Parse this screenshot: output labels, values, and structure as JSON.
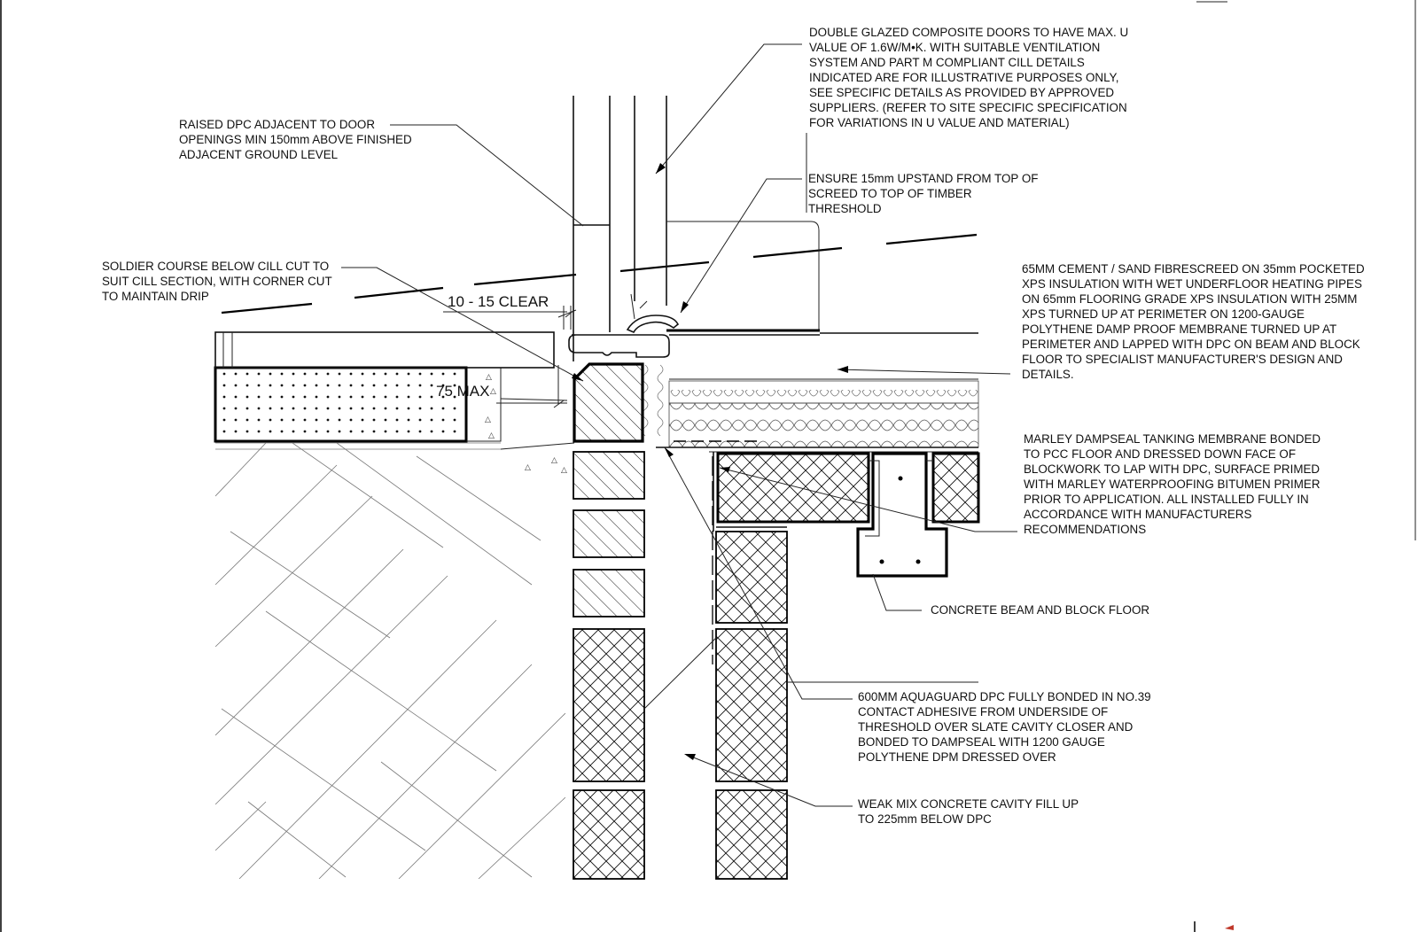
{
  "title": "",
  "labels": {
    "dpc_raised": [
      "RAISED DPC ADJACENT TO DOOR",
      "OPENINGS MIN 150mm ABOVE FINISHED",
      "ADJACENT GROUND LEVEL"
    ],
    "doors": [
      "DOUBLE GLAZED COMPOSITE DOORS TO HAVE MAX. U",
      "VALUE OF 1.6W/M•K. WITH SUITABLE VENTILATION",
      "SYSTEM AND PART M COMPLIANT CILL DETAILS",
      "INDICATED ARE FOR ILLUSTRATIVE PURPOSES ONLY,",
      "SEE SPECIFIC DETAILS AS PROVIDED BY APPROVED",
      "SUPPLIERS.  (REFER TO SITE SPECIFIC SPECIFICATION",
      "FOR VARIATIONS IN U VALUE AND MATERIAL)"
    ],
    "upstand": [
      "ENSURE 15mm UPSTAND FROM TOP OF",
      "SCREED TO TOP OF TIMBER",
      "THRESHOLD"
    ],
    "soldier": [
      "SOLDIER COURSE BELOW CILL CUT TO",
      "SUIT CILL SECTION, WITH CORNER CUT",
      "TO MAINTAIN DRIP"
    ],
    "screed": [
      "65MM CEMENT / SAND FIBRESCREED ON 35mm POCKETED",
      "XPS INSULATION WITH WET UNDERFLOOR HEATING PIPES",
      "ON 65mm FLOORING GRADE XPS INSULATION  WITH 25MM",
      "XPS TURNED UP AT PERIMETER ON 1200-GAUGE",
      "POLYTHENE DAMP PROOF MEMBRANE TURNED UP AT",
      "PERIMETER AND LAPPED WITH DPC ON BEAM AND BLOCK",
      "FLOOR TO SPECIALIST MANUFACTURER'S DESIGN AND",
      "DETAILS."
    ],
    "dampseal": [
      "MARLEY DAMPSEAL TANKING MEMBRANE BONDED",
      "TO PCC FLOOR AND DRESSED DOWN FACE OF",
      "BLOCKWORK TO LAP WITH DPC, SURFACE PRIMED",
      "WITH MARLEY WATERPROOFING BITUMEN PRIMER",
      "PRIOR TO APPLICATION.  ALL INSTALLED FULLY IN",
      "ACCORDANCE WITH MANUFACTURERS",
      "RECOMMENDATIONS"
    ],
    "beam_block": [
      "CONCRETE BEAM AND BLOCK FLOOR"
    ],
    "aquaguard": [
      "600MM AQUAGUARD DPC FULLY BONDED IN NO.39",
      "CONTACT ADHESIVE FROM UNDERSIDE OF",
      "THRESHOLD OVER SLATE CAVITY CLOSER AND",
      "BONDED TO DAMPSEAL WITH 1200 GAUGE",
      "POLYTHENE DPM DRESSED OVER"
    ],
    "cavity_fill": [
      "WEAK MIX CONCRETE CAVITY FILL UP",
      "TO 225mm BELOW DPC"
    ]
  },
  "dimensions": {
    "clear": "10 - 15 CLEAR",
    "max": "75 MAX"
  }
}
